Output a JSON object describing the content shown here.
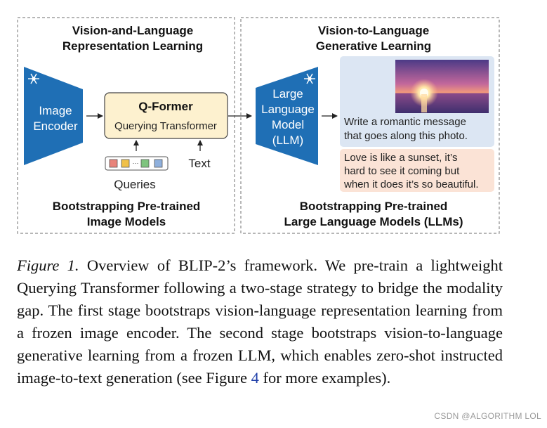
{
  "diagram": {
    "left_panel": {
      "title_line1": "Vision-and-Language",
      "title_line2": "Representation Learning",
      "footer_line1": "Bootstrapping Pre-trained",
      "footer_line2": "Image Models"
    },
    "right_panel": {
      "title_line1": "Vision-to-Language",
      "title_line2": "Generative Learning",
      "footer_line1": "Bootstrapping Pre-trained",
      "footer_line2": "Large Language Models (LLMs)"
    },
    "image_encoder": {
      "line1": "Image",
      "line2": "Encoder",
      "frozen_icon": "snowflake-icon"
    },
    "qformer": {
      "title": "Q-Former",
      "subtitle": "Querying Transformer"
    },
    "queries_label": "Queries",
    "text_label": "Text",
    "query_token_colors": [
      "#e8837a",
      "#f0c048",
      "#7ec47e",
      "#8fb0dd"
    ],
    "llm": {
      "line1": "Large",
      "line2": "Language",
      "line3": "Model",
      "line4": "(LLM)",
      "frozen_icon": "snowflake-icon"
    },
    "prompt": {
      "line1": "Write a romantic message",
      "line2": "that goes along this photo."
    },
    "response": {
      "line1": "Love is like a sunset, it’s",
      "line2": "hard to see it coming but",
      "line3": "when it does it’s so beautiful."
    },
    "colors": {
      "encoder_blue": "#1f6fb5",
      "qformer_fill": "#fdf1cf",
      "prompt_bg": "#dce6f3",
      "response_bg": "#fbe3d6"
    }
  },
  "caption": {
    "label": "Figure 1.",
    "text_before_ref": " Overview of BLIP-2’s framework.  We pre-train a lightweight Querying Transformer following a two-stage strategy to bridge the modality gap. The first stage bootstraps vision-language representation learning from a frozen image encoder. The second stage bootstraps vision-to-language generative learning from a frozen LLM, which enables zero-shot instructed image-to-text generation (see Figure ",
    "ref": "4",
    "text_after_ref": " for more examples)."
  },
  "watermark": "CSDN @ALGORITHM LOL"
}
